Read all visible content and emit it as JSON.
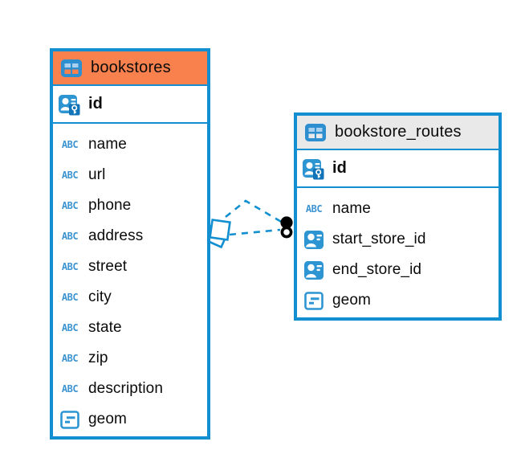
{
  "diagram": {
    "kind": "entity-relationship",
    "background": "#ffffff",
    "colors": {
      "table_border": "#128FD0",
      "bookstores_header": "#F8814E",
      "bookstore_routes_header": "#E9E9E9",
      "icon_blue": "#2E95D3",
      "icon_key_badge_blue": "#1173B8",
      "abc_icon_blue": "#3D94D1",
      "relationship_line": "#128FD0",
      "endpoint_dot": "#000000",
      "text": "#0b0b0b"
    }
  },
  "icon_glyphs": {
    "text": "ABC"
  },
  "tables": [
    {
      "title": "bookstores",
      "header_style": "orange",
      "primary_key": {
        "name": "id",
        "icon": "primary-key"
      },
      "columns": [
        {
          "name": "name",
          "icon": "text"
        },
        {
          "name": "url",
          "icon": "text"
        },
        {
          "name": "phone",
          "icon": "text"
        },
        {
          "name": "address",
          "icon": "text"
        },
        {
          "name": "street",
          "icon": "text"
        },
        {
          "name": "city",
          "icon": "text"
        },
        {
          "name": "state",
          "icon": "text"
        },
        {
          "name": "zip",
          "icon": "text"
        },
        {
          "name": "description",
          "icon": "text"
        },
        {
          "name": "geom",
          "icon": "geometry"
        }
      ]
    },
    {
      "title": "bookstore_routes",
      "header_style": "gray",
      "primary_key": {
        "name": "id",
        "icon": "primary-key"
      },
      "columns": [
        {
          "name": "name",
          "icon": "text"
        },
        {
          "name": "start_store_id",
          "icon": "foreign-key"
        },
        {
          "name": "end_store_id",
          "icon": "foreign-key"
        },
        {
          "name": "geom",
          "icon": "geometry"
        }
      ]
    }
  ],
  "relationships": [
    {
      "from_table": "bookstores",
      "to_table": "bookstore_routes",
      "style": "dashed"
    },
    {
      "from_table": "bookstores",
      "to_table": "bookstore_routes",
      "style": "dashed"
    }
  ]
}
